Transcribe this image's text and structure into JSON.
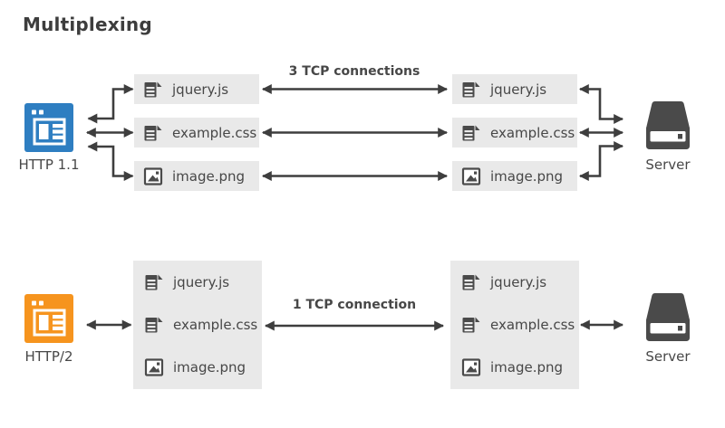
{
  "title": "Multiplexing",
  "colors": {
    "http11": "#2e7ec1",
    "http2": "#f6941e",
    "icon": "#4a4a4a",
    "arrow": "#3e3e3e",
    "box_bg": "#e9e9e9",
    "text": "#474747",
    "title_text": "#3d3d3d"
  },
  "files": [
    "jquery.js",
    "example.css",
    "image.png"
  ],
  "top_section": {
    "client_label": "HTTP 1.1",
    "connection_label": "3 TCP connections",
    "server_label": "Server"
  },
  "bottom_section": {
    "client_label": "HTTP/2",
    "connection_label": "1 TCP connection",
    "server_label": "Server"
  }
}
